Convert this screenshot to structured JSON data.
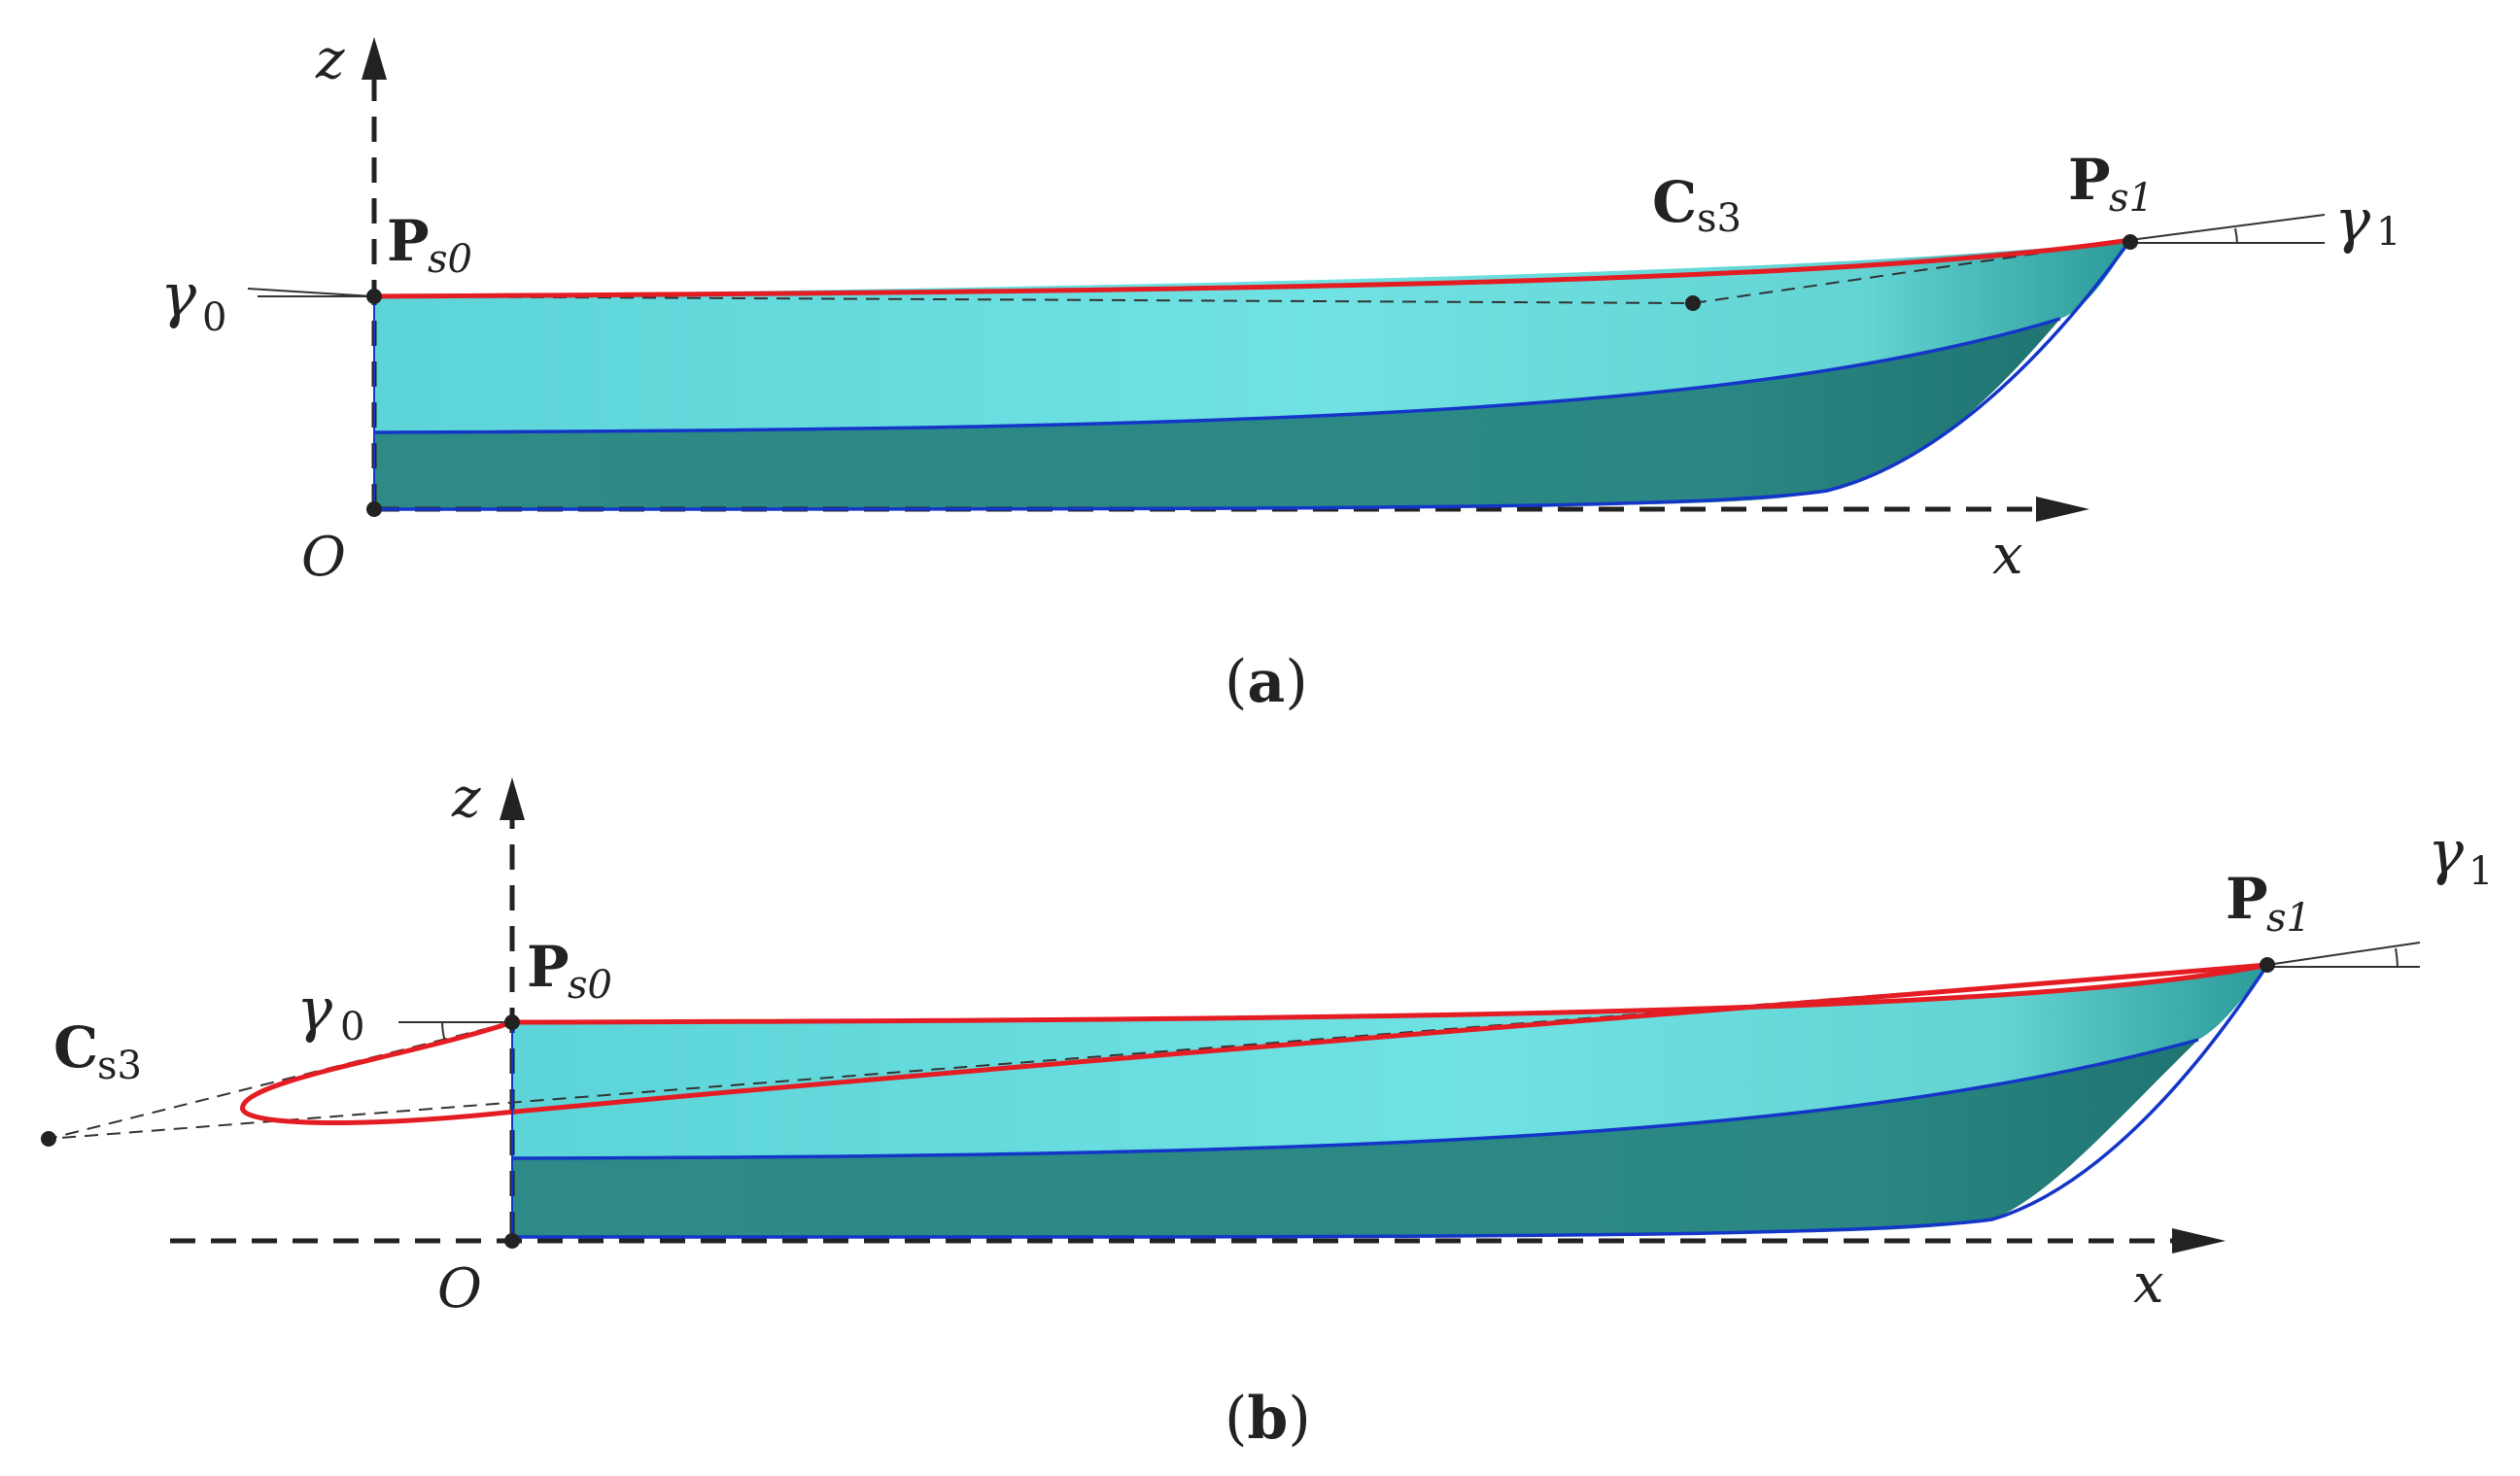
{
  "panels": [
    {
      "caption": "(a)",
      "caption_letter": "a",
      "labels": {
        "z": "z",
        "x": "x",
        "origin": "O",
        "p0_main": "P",
        "p0_sub": "s0",
        "p1_main": "P",
        "p1_sub": "s1",
        "c_main": "C",
        "c_sub": "s3",
        "g0_main": "γ",
        "g0_sub": "0",
        "g1_main": "γ",
        "g1_sub": "1"
      }
    },
    {
      "caption": "(b)",
      "caption_letter": "b",
      "labels": {
        "z": "z",
        "x": "x",
        "origin": "O",
        "p0_main": "P",
        "p0_sub": "s0",
        "p1_main": "P",
        "p1_sub": "s1",
        "c_main": "C",
        "c_sub": "s3",
        "g0_main": "γ",
        "g0_sub": "0",
        "g1_main": "γ",
        "g1_sub": "1"
      }
    }
  ],
  "colors": {
    "hull_light": "#6de0e2",
    "hull_dark": "#2a8a86",
    "curve_red": "#e41c23",
    "curve_blue": "#1436c8"
  }
}
